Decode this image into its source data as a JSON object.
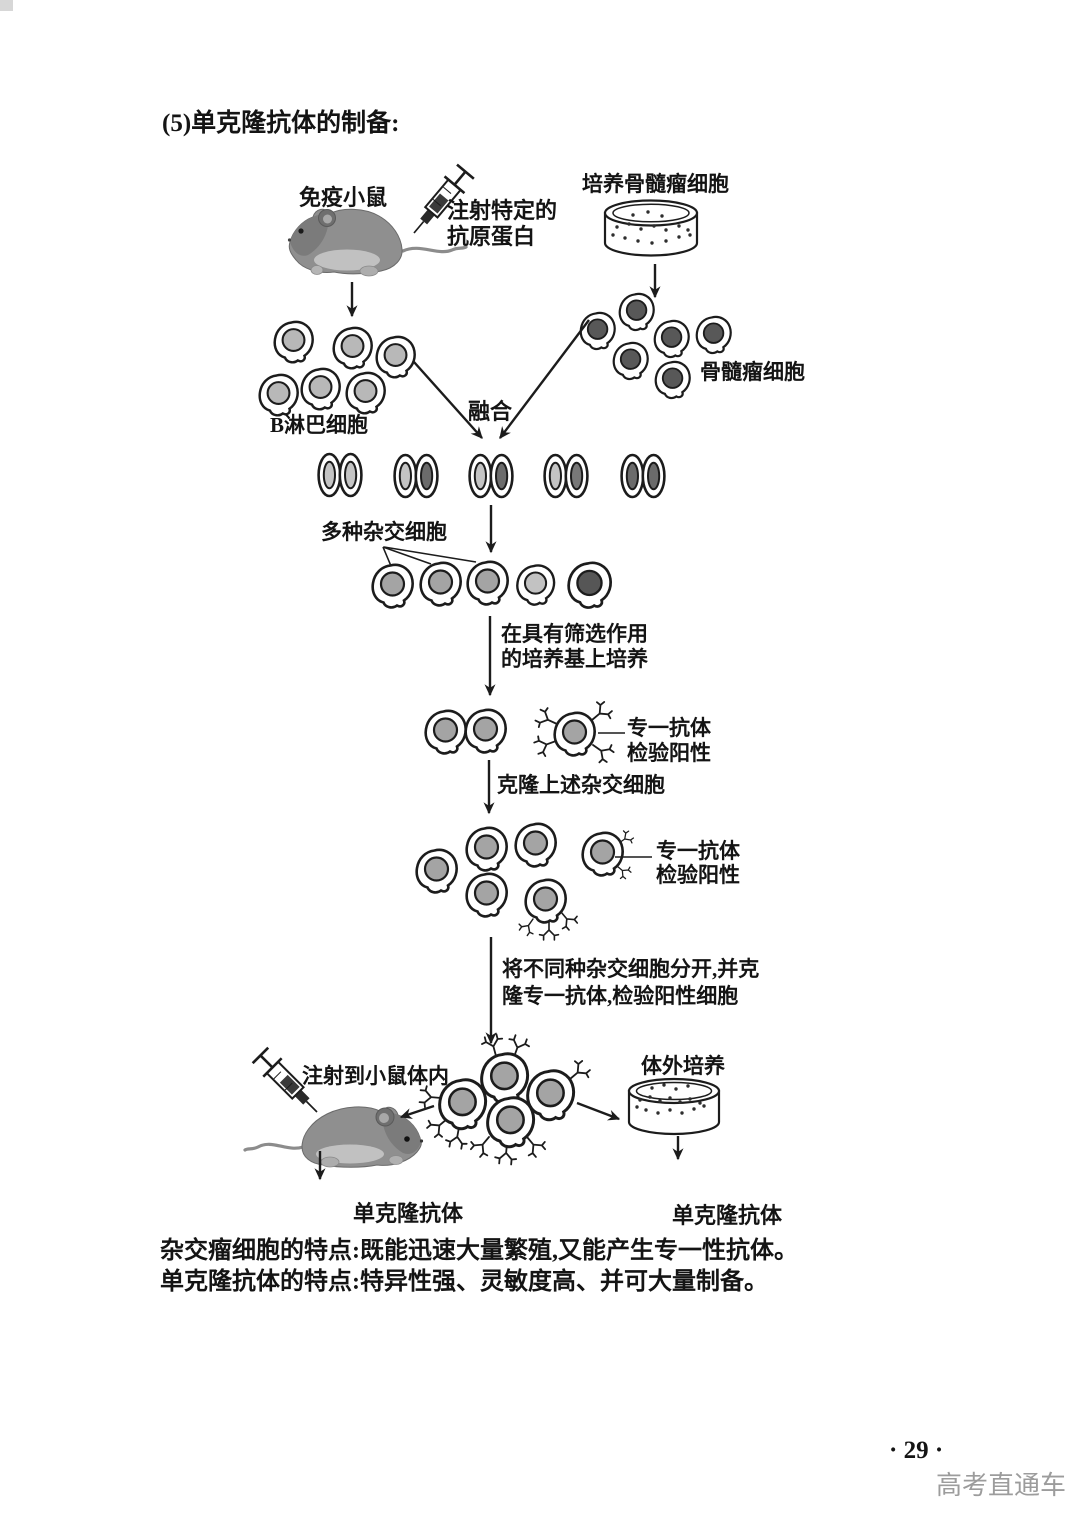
{
  "page": {
    "title": "(5)单克隆抗体的制备:",
    "notes": {
      "line1": "杂交瘤细胞的特点:既能迅速大量繁殖,又能产生专一性抗体。",
      "line2": "单克隆抗体的特点:特异性强、灵敏度高、并可大量制备。"
    },
    "page_number": "· 29 ·",
    "watermark": "高考直通车"
  },
  "diagram": {
    "labels": {
      "immunize_mouse": "免疫小鼠",
      "inject_antigen_1": "注射特定的",
      "inject_antigen_2": "抗原蛋白",
      "culture_myeloma": "培养骨髓瘤细胞",
      "b_lymphocytes": "B淋巴细胞",
      "myeloma_cells": "骨髓瘤细胞",
      "fusion": "融合",
      "hybrid_cells": "多种杂交细胞",
      "selective_medium_1": "在具有筛选作用",
      "selective_medium_2": "的培养基上培养",
      "specific_antibody_1": "专一抗体",
      "specific_antibody_2": "检验阳性",
      "clone_hybrids": "克隆上述杂交细胞",
      "separate_1": "将不同种杂交细胞分开,并克",
      "separate_2": "隆专一抗体,检验阳性细胞",
      "inject_into_mouse": "注射到小鼠体内",
      "in_vitro_culture": "体外培养",
      "monoclonal_antibody_left": "单克隆抗体",
      "monoclonal_antibody_right": "单克隆抗体"
    },
    "colors": {
      "ink": "#1c1c1c",
      "nucleus_light": "#c4c4c4",
      "nucleus_medium": "#a4a4a4",
      "nucleus_dark": "#565656",
      "mouse_gray": "#8f8f8f",
      "watermark_gray": "#9c9c9c"
    }
  }
}
